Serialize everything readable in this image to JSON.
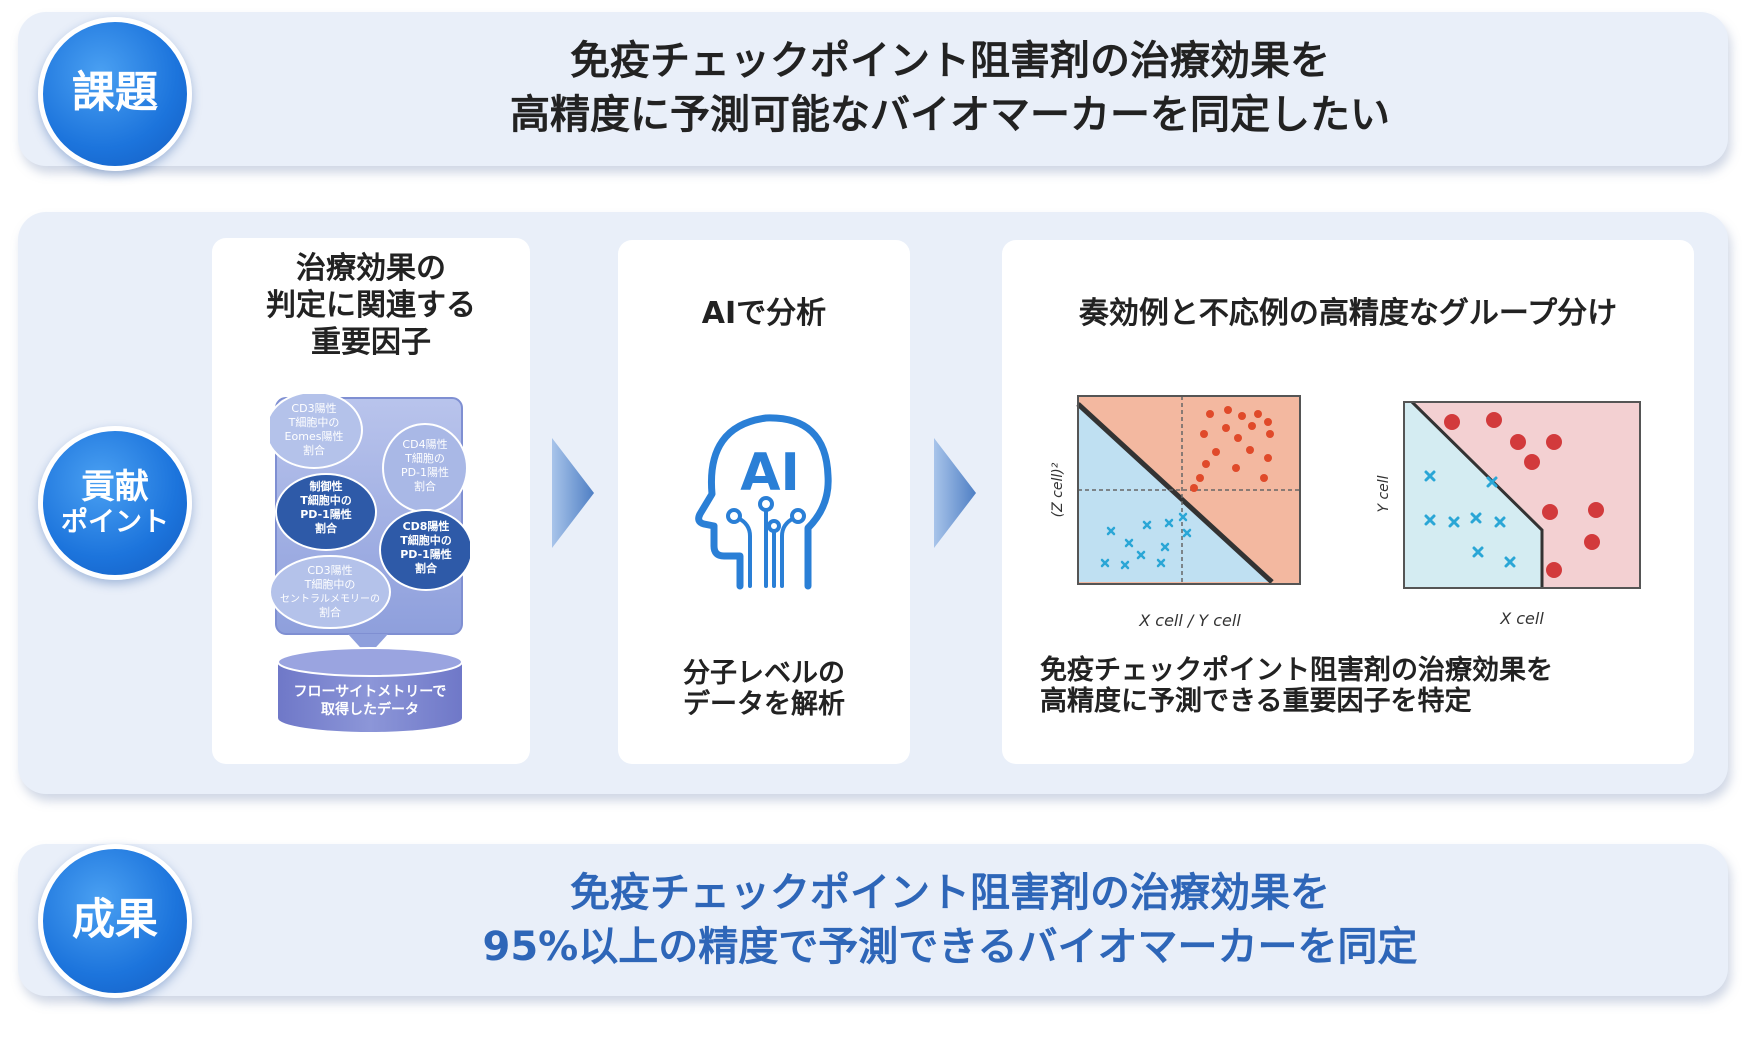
{
  "issue": {
    "badge": "課題",
    "lines": [
      "免疫チェックポイント阻害剤の治療効果を",
      "高精度に予測可能なバイオマーカーを同定したい"
    ]
  },
  "contribution": {
    "badge_lines": [
      "貢献",
      "ポイント"
    ],
    "panel1": {
      "title_lines": [
        "治療効果の",
        "判定に関連する",
        "重要因子"
      ],
      "bubbles": [
        {
          "lines": [
            "CD3陽性",
            "T細胞中の",
            "Eomes陽性",
            "割合"
          ]
        },
        {
          "lines": [
            "CD4陽性",
            "T細胞の",
            "PD-1陽性",
            "割合"
          ]
        },
        {
          "lines": [
            "制御性",
            "T細胞中の",
            "PD-1陽性",
            "割合"
          ]
        },
        {
          "lines": [
            "CD8陽性",
            "T細胞中の",
            "PD-1陽性",
            "割合"
          ]
        },
        {
          "lines": [
            "CD3陽性",
            "T細胞中の",
            "セントラルメモリーの",
            "割合"
          ]
        }
      ],
      "database_lines": [
        "フローサイトメトリーで",
        "取得したデータ"
      ]
    },
    "panel2": {
      "title": "AIで分析",
      "icon_text": "AI",
      "desc_lines": [
        "分子レベルの",
        "データを解析"
      ]
    },
    "panel3": {
      "title": "奏効例と不応例の高精度なグループ分け",
      "plot_left": {
        "xlabel": "X cell / Y cell",
        "ylabel": "(Z cell)²"
      },
      "plot_right": {
        "xlabel": "X cell",
        "ylabel": "Y cell"
      },
      "desc_lines": [
        "免疫チェックポイント阻害剤の治療効果を",
        "高精度に予測できる重要因子を特定"
      ]
    }
  },
  "result": {
    "badge": "成果",
    "lines": [
      "免疫チェックポイント阻害剤の治療効果を",
      "95%以上の精度で予測できるバイオマーカーを同定"
    ]
  },
  "colors": {
    "row_bg": "#e9eff9",
    "badge_blue": "#1c74dc",
    "result_text": "#2e66b8",
    "bubble_blue": "#2e5aa8",
    "responder_red": "#e04a2a",
    "nonresponder_blue": "#2aa6d6"
  }
}
